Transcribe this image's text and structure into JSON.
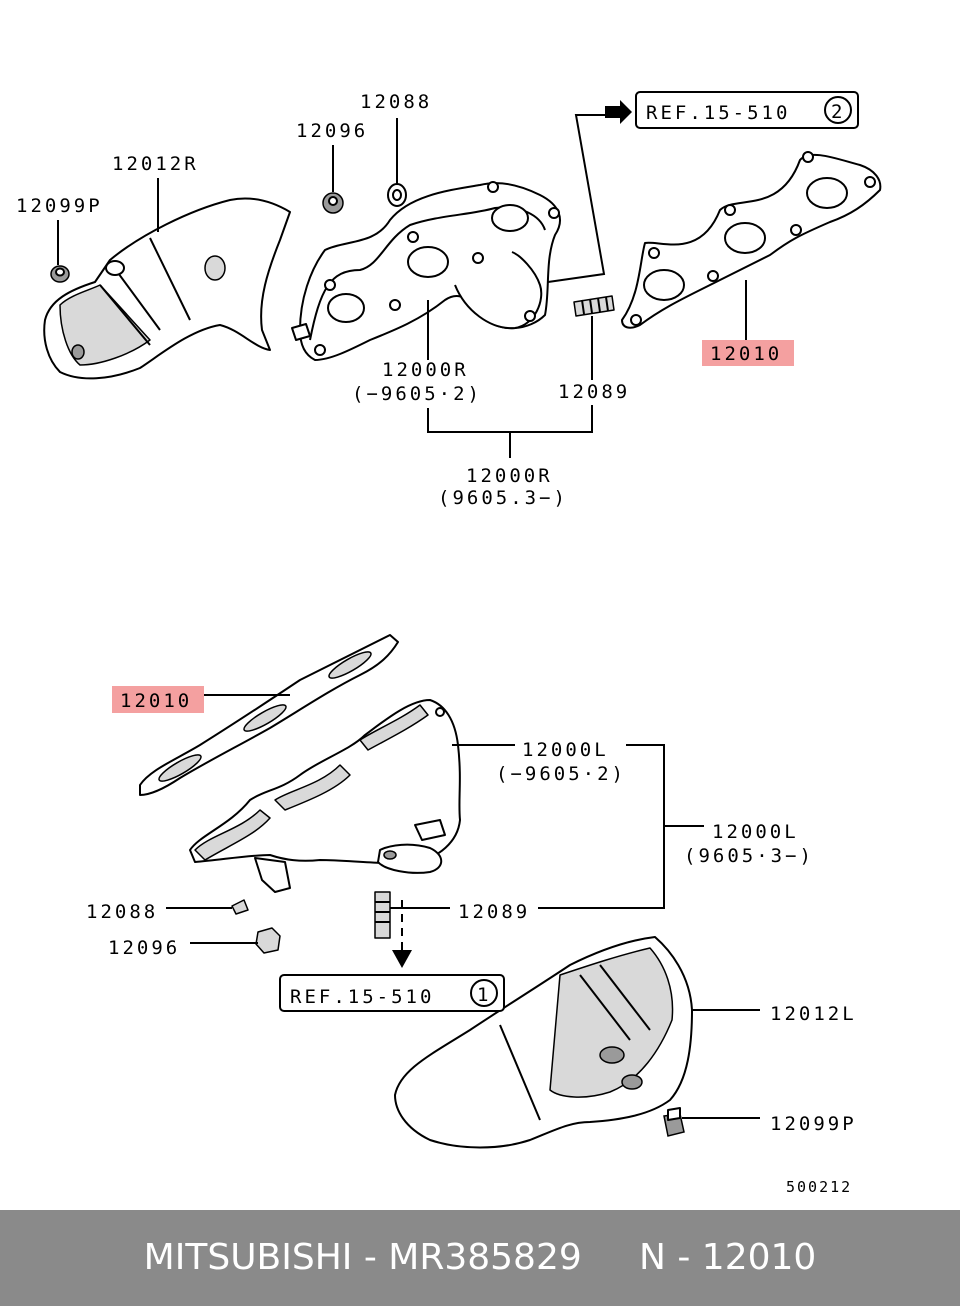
{
  "labels": {
    "p12088_top": "12088",
    "p12096_top": "12096",
    "p12012R": "12012R",
    "p12099P_top": "12099P",
    "ref_top": "REF.15-510",
    "ref_top_circle": "2",
    "p12010_top": "12010",
    "p12000R_a": "12000R",
    "p12000R_a_range": "(−9605·2)",
    "p12089_top": "12089",
    "p12000R_b": "12000R",
    "p12000R_b_range": "(9605.3−)",
    "p12010_bottom": "12010",
    "p12000L_a": "12000L",
    "p12000L_a_range": "(−9605·2)",
    "p12000L_b": "12000L",
    "p12000L_b_range": "(9605·3−)",
    "p12088_bottom": "12088",
    "p12089_bottom": "12089",
    "p12096_bottom": "12096",
    "ref_bottom": "REF.15-510",
    "ref_bottom_circle": "1",
    "p12012L": "12012L",
    "p12099P_bottom": "12099P",
    "diagram_code": "500212"
  },
  "highlight_color": "#f4a0a0",
  "footer": {
    "text": "MITSUBISHI - MR385829     N - 12010",
    "background": "#8a8a8a"
  }
}
